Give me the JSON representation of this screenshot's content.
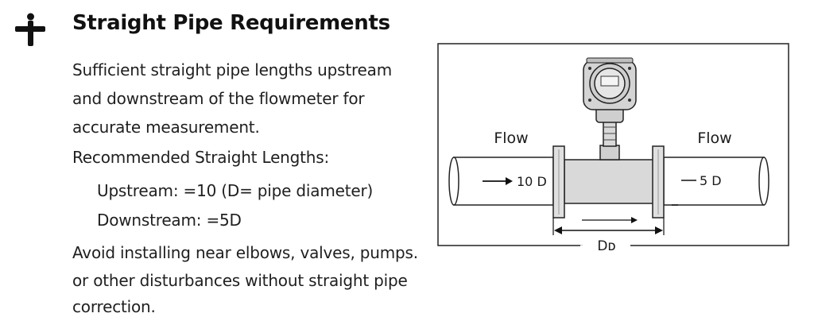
{
  "header": {
    "icon": "pipe-plus-icon",
    "title": "Straight Pipe Requirements"
  },
  "description": {
    "line1": "Sufficient straight pipe lengths upstream",
    "line2": "and downstream of the flowmeter for",
    "line3": "accurate measurement."
  },
  "recommended": {
    "heading": "Recommended Straight Lengths:",
    "upstream": "Upstream: =10 (D= pipe diameter)",
    "downstream": "Downstream:  =5D"
  },
  "avoid": {
    "line1": "Avoid installing near elbows, valves, pumps.",
    "line2": "or other disturbances without straight pipe",
    "line3": "correction."
  },
  "diagram": {
    "flow_left": "Flow",
    "flow_right": "Flow",
    "upstream_label": "10 D",
    "downstream_label": "5 D",
    "dimension_label": "Dᴅ"
  }
}
